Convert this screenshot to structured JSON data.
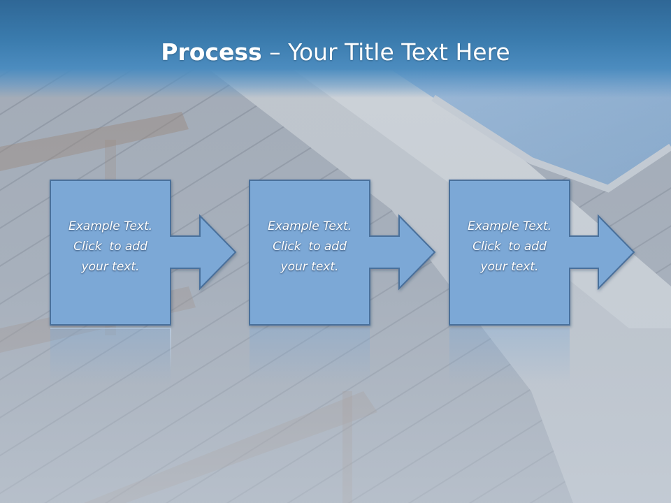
{
  "title": {
    "bold": "Process",
    "separator": " – ",
    "rest": "Your Title Text Here"
  },
  "steps": [
    {
      "line1": "Example Text.",
      "line2": "Click  to add",
      "line3": "your text."
    },
    {
      "line1": "Example Text.",
      "line2": "Click  to add",
      "line3": "your text."
    },
    {
      "line1": "Example Text.",
      "line2": "Click  to add",
      "line3": "your text."
    }
  ],
  "colors": {
    "title_band": "#3a7bad",
    "shape_fill": "#7ca8d6",
    "shape_border": "#4a6f9b",
    "title_text": "#ffffff"
  }
}
